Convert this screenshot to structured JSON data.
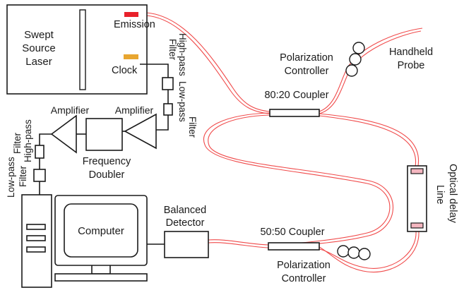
{
  "labels": {
    "swept_source_1": "Swept",
    "swept_source_2": "Source",
    "swept_source_3": "Laser",
    "emission": "Emission",
    "clock": "Clock",
    "high_pass_filter_right": "High-pass",
    "filter_right_1": "Filter",
    "low_pass_right": "Low-pass",
    "filter_right_2": "Filter",
    "amplifier_left": "Amplifier",
    "amplifier_right": "Amplifier",
    "frequency": "Frequency",
    "doubler": "Doubler",
    "high_pass_left": "High-pass",
    "filter_left_1": "Filter",
    "low_pass_left": "Low-pass",
    "filter_left_2": "Filter",
    "computer": "Computer",
    "balanced": "Balanced",
    "detector": "Detector",
    "coupler_8020": "80:20 Coupler",
    "coupler_5050": "50:50 Coupler",
    "pol_ctrl_top_1": "Polarization",
    "pol_ctrl_top_2": "Controller",
    "pol_ctrl_bottom_1": "Polarization",
    "pol_ctrl_bottom_2": "Controller",
    "handheld": "Handheld",
    "probe": "Probe",
    "optical_delay": "Optical delay",
    "line": "Line"
  },
  "colors": {
    "fiber": "#f04a4a",
    "emission_marker": "#e8212b",
    "clock_marker": "#e8a630",
    "delay_glass": "#f4b6bf"
  }
}
